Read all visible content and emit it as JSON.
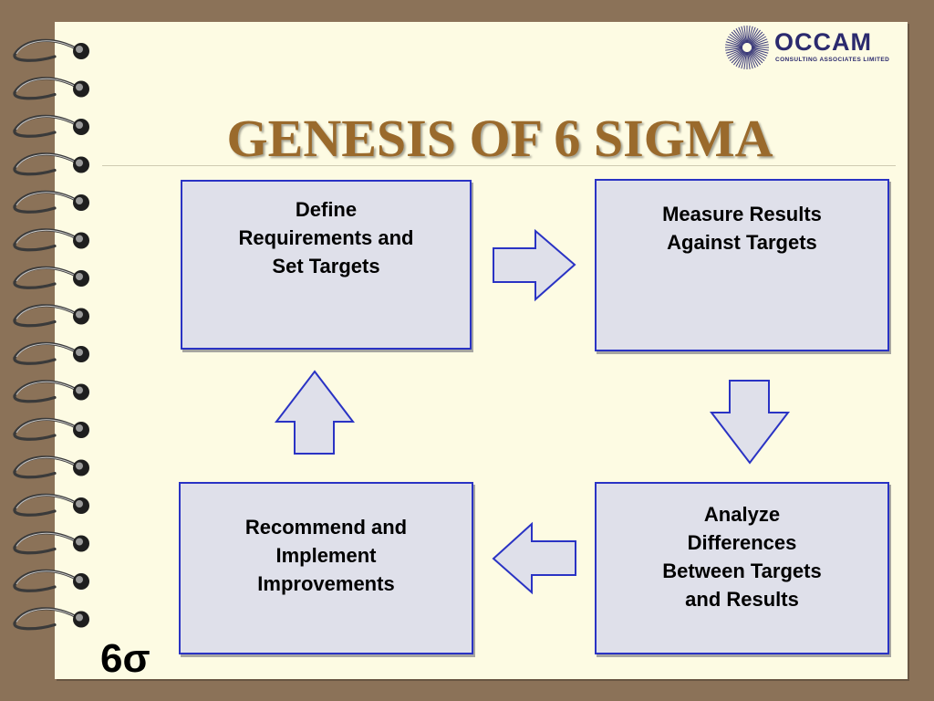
{
  "slide": {
    "title": "GENESIS OF 6 SIGMA",
    "footer_mark": "6σ"
  },
  "logo": {
    "name": "OCCAM",
    "subtitle": "CONSULTING ASSOCIATES LIMITED",
    "mark_icon": "sunburst-icon"
  },
  "diagram": {
    "steps": [
      {
        "id": "define",
        "label": "Define\nRequirements and\nSet Targets"
      },
      {
        "id": "measure",
        "label": "Measure Results\nAgainst Targets"
      },
      {
        "id": "analyze",
        "label": "Analyze\nDifferences\nBetween Targets\nand Results"
      },
      {
        "id": "recommend",
        "label": "Recommend and\nImplement\nImprovements"
      }
    ],
    "flow": [
      {
        "from": "define",
        "to": "measure",
        "direction": "right"
      },
      {
        "from": "measure",
        "to": "analyze",
        "direction": "down"
      },
      {
        "from": "analyze",
        "to": "recommend",
        "direction": "left"
      },
      {
        "from": "recommend",
        "to": "define",
        "direction": "up"
      }
    ]
  },
  "colors": {
    "page": "#fdfbe3",
    "background": "#8b7258",
    "title": "#9a6a2c",
    "box_fill": "#dfe0ea",
    "box_border": "#2a33c4",
    "brand": "#2b2a6e"
  },
  "decor": {
    "binding": "spiral-binding-icon"
  }
}
